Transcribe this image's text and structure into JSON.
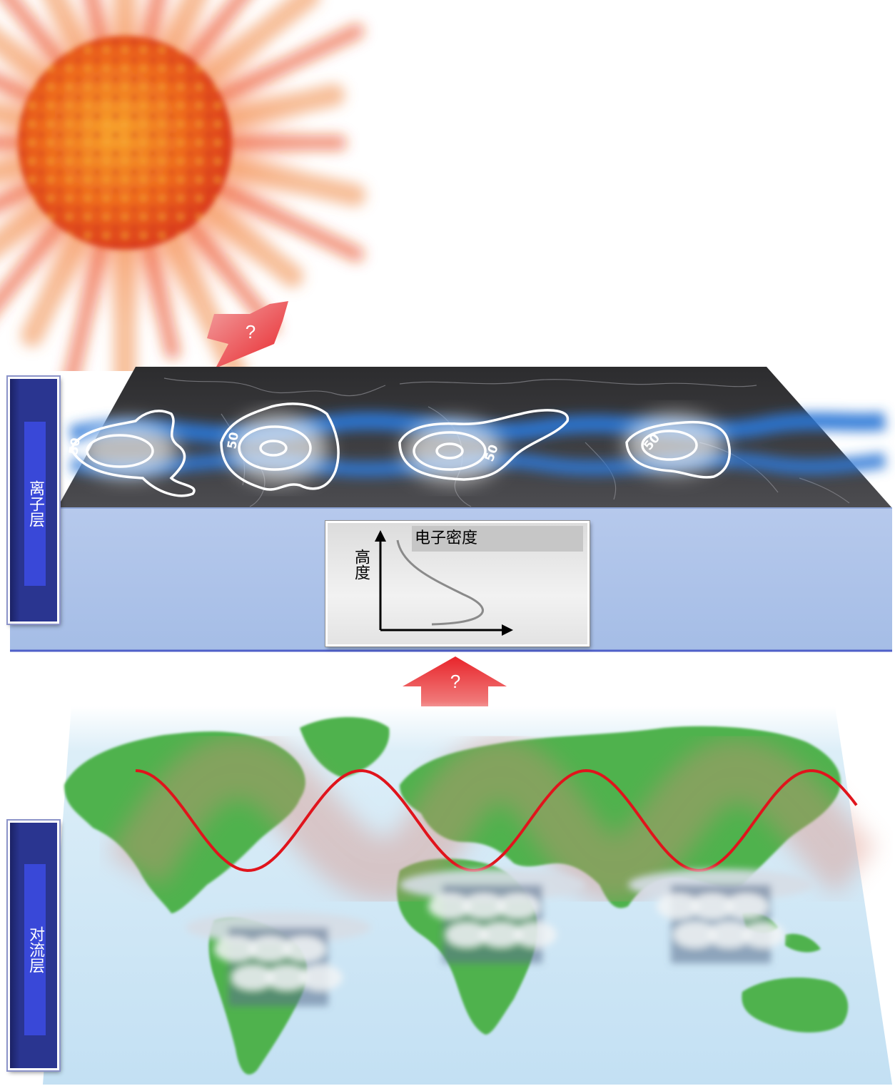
{
  "ionosphere": {
    "label": "离子层",
    "contour_labels": [
      "50",
      "50",
      "50",
      "50"
    ]
  },
  "troposphere": {
    "label": "对流层"
  },
  "inset": {
    "title": "电子密度",
    "ylabel": "高度"
  },
  "arrows": {
    "sun_to_ionosphere": "?",
    "troposphere_to_ionosphere": "?"
  },
  "colors": {
    "sun": "#e8461a",
    "arrow": "#e8242a",
    "ionosphere_top": "#3a3a3c",
    "ionosphere_side": "#aec4ea",
    "ocean": "#c8e2f4",
    "land": "#4fb24d",
    "wave": "#e0141c",
    "side_label": "#2a3590"
  }
}
